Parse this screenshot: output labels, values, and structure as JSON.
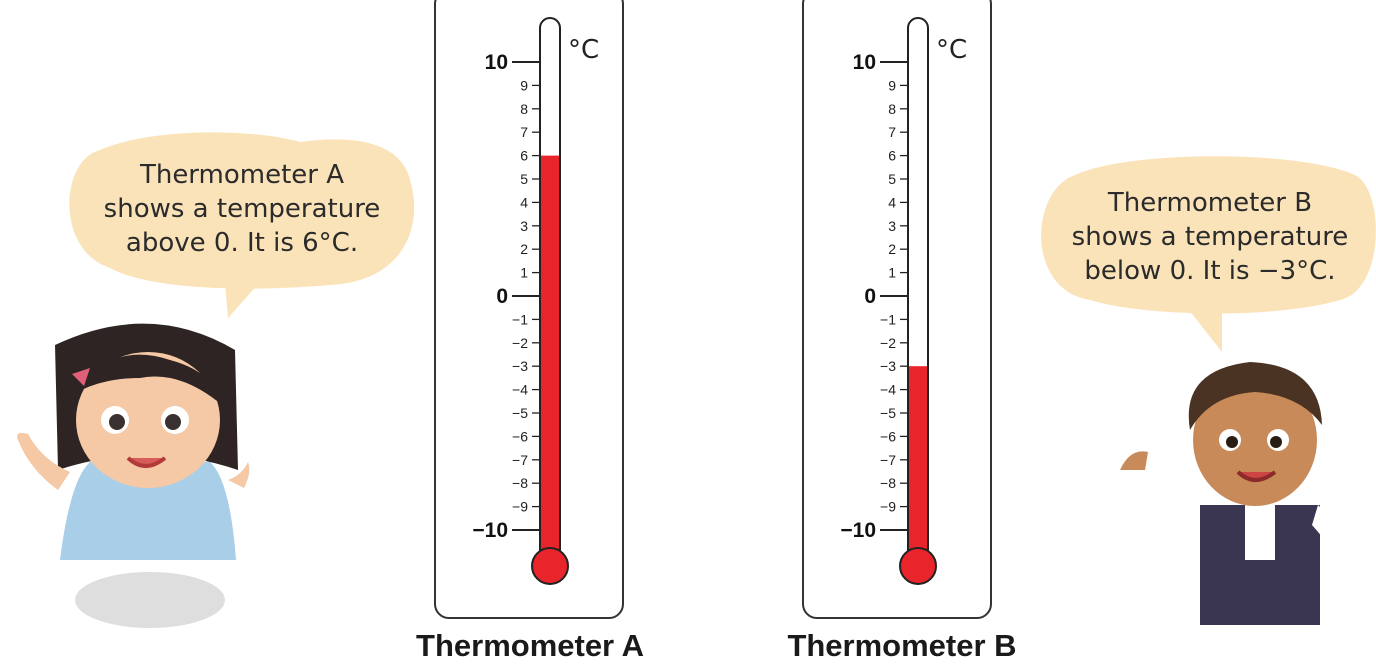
{
  "bubbles": {
    "a": {
      "line1": "Thermometer A",
      "line2": "shows a temperature",
      "line3": "above 0. It is 6°C."
    },
    "b": {
      "line1": "Thermometer B",
      "line2": "shows a temperature",
      "line3": "below 0. It is −3°C."
    }
  },
  "thermometers": [
    {
      "caption": "Thermometer A",
      "unit": "°C",
      "reading": 6
    },
    {
      "caption": "Thermometer B",
      "unit": "°C",
      "reading": -3
    }
  ],
  "scale": {
    "min": -10,
    "max": 10,
    "tick_labels": [
      "10",
      "9",
      "8",
      "7",
      "6",
      "5",
      "4",
      "3",
      "2",
      "1",
      "0",
      "−1",
      "−2",
      "−3",
      "−4",
      "−5",
      "−6",
      "−7",
      "−8",
      "−9",
      "−10"
    ]
  },
  "colors": {
    "mercury": "#e8252a",
    "bubble": "#fbe3b9",
    "frame": "#333333"
  }
}
